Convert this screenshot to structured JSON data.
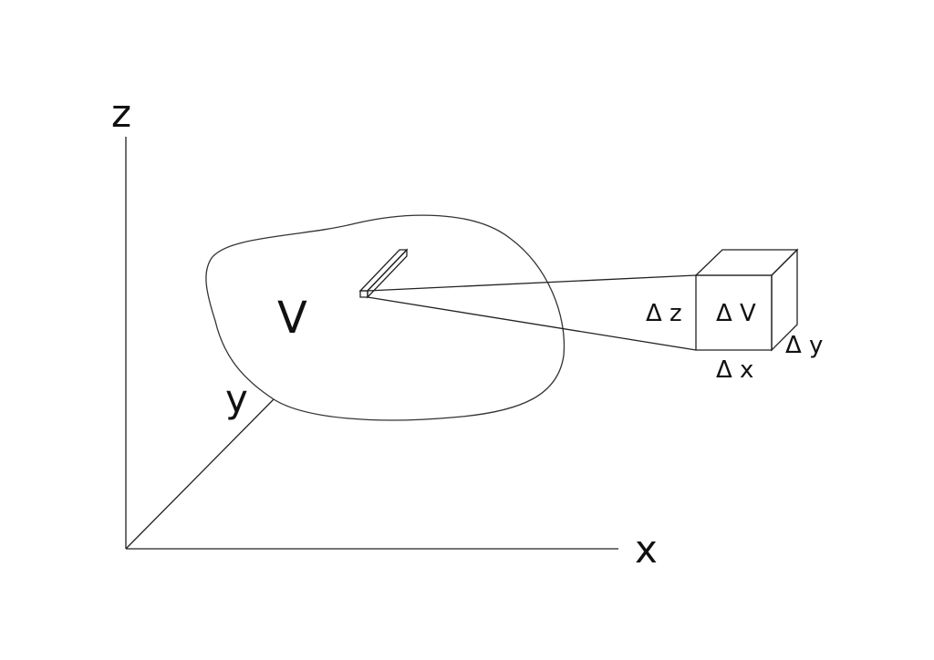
{
  "axes": {
    "x_label": "x",
    "y_label": "y",
    "z_label": "z"
  },
  "region": {
    "label": "V"
  },
  "element": {
    "volume_label": "Δ V",
    "dx_label": "Δ x",
    "dy_label": "Δ y",
    "dz_label": "Δ z"
  }
}
